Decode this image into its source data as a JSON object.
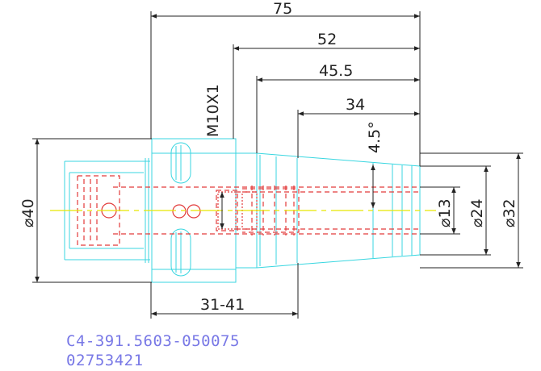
{
  "dimensions": {
    "total_length": "75",
    "length_52": "52",
    "length_45_5": "45.5",
    "length_34": "34",
    "clamping_length": "31-41",
    "angle": "4.5°",
    "thread": "M10X1",
    "dia_40": "⌀40",
    "dia_13": "⌀13",
    "dia_24": "⌀24",
    "dia_32": "⌀32"
  },
  "labels": {
    "part_number": "C4-391.5603-050075",
    "article_number": "02753421"
  },
  "colors": {
    "outline": "#38d6e0",
    "hidden": "#e23a3a",
    "centerline": "#e8e800",
    "dimension": "#222222",
    "label": "#7878e6"
  }
}
